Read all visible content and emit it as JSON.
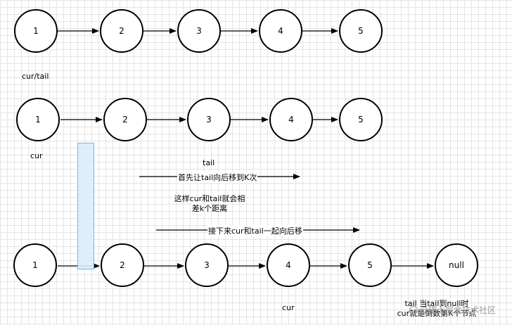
{
  "row1": {
    "nodes": [
      "1",
      "2",
      "3",
      "4",
      "5"
    ],
    "label": "cur/tail"
  },
  "row2": {
    "nodes": [
      "1",
      "2",
      "3",
      "4",
      "5"
    ],
    "cur_label": "cur",
    "tail_label": "tail"
  },
  "notes": {
    "step1": "首先让tail向后移到K次",
    "step2_line1": "这样cur和tail就会相",
    "step2_line2": "差k个距离",
    "step3": "接下来cur和tail一起向后移"
  },
  "row3": {
    "nodes": [
      "1",
      "2",
      "3",
      "4",
      "5",
      "null"
    ],
    "cur_label": "cur",
    "end_line1": "tail 当tail到null时",
    "end_line2": "cur就是倒数第K个节点"
  },
  "watermark": "@稀土掘金技术社区",
  "colors": {
    "node_border": "#000000",
    "highlight_fill": "#daecfc",
    "highlight_border": "#7eb6e0",
    "grid": "#e4e4e4"
  }
}
